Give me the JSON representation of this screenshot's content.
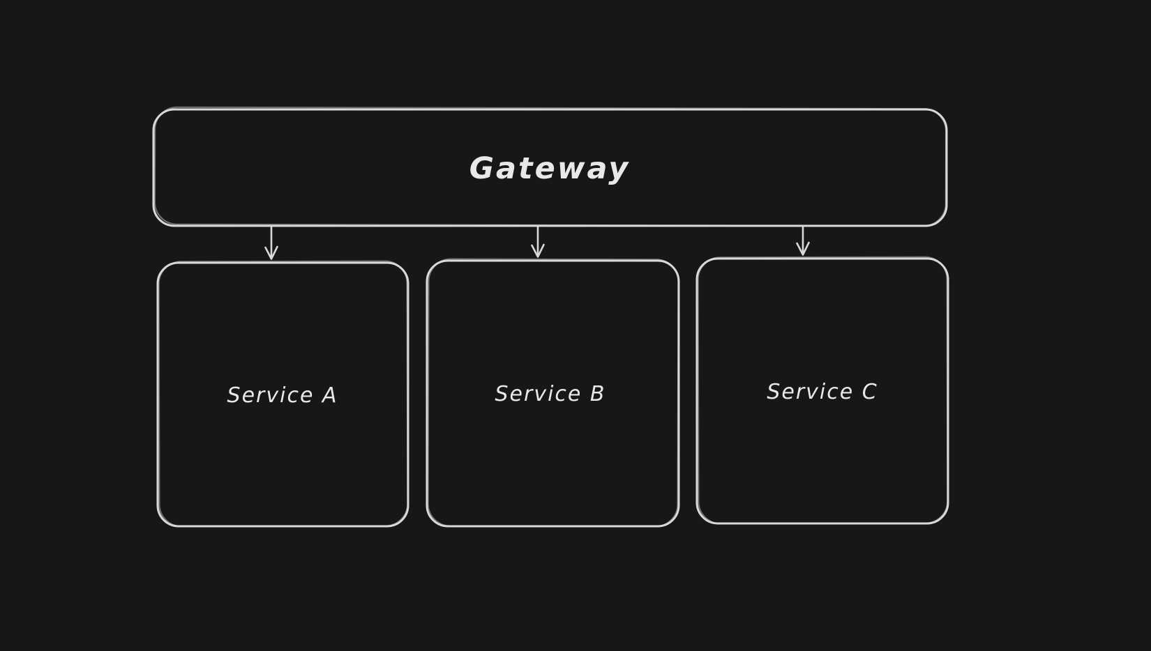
{
  "diagram": {
    "type": "flowchart",
    "theme": "dark",
    "background_color": "#171717",
    "stroke_color": "#d9d9d9",
    "text_color": "#e8e8e8",
    "nodes": [
      {
        "id": "gateway",
        "label": "Gateway",
        "shape": "rounded-rectangle"
      },
      {
        "id": "service-a",
        "label": "Service A",
        "shape": "rounded-rectangle"
      },
      {
        "id": "service-b",
        "label": "Service B",
        "shape": "rounded-rectangle"
      },
      {
        "id": "service-c",
        "label": "Service C",
        "shape": "rounded-rectangle"
      }
    ],
    "edges": [
      {
        "from": "gateway",
        "to": "service-a",
        "style": "arrow",
        "direction": "down"
      },
      {
        "from": "gateway",
        "to": "service-b",
        "style": "arrow",
        "direction": "down"
      },
      {
        "from": "gateway",
        "to": "service-c",
        "style": "arrow",
        "direction": "down"
      }
    ]
  }
}
